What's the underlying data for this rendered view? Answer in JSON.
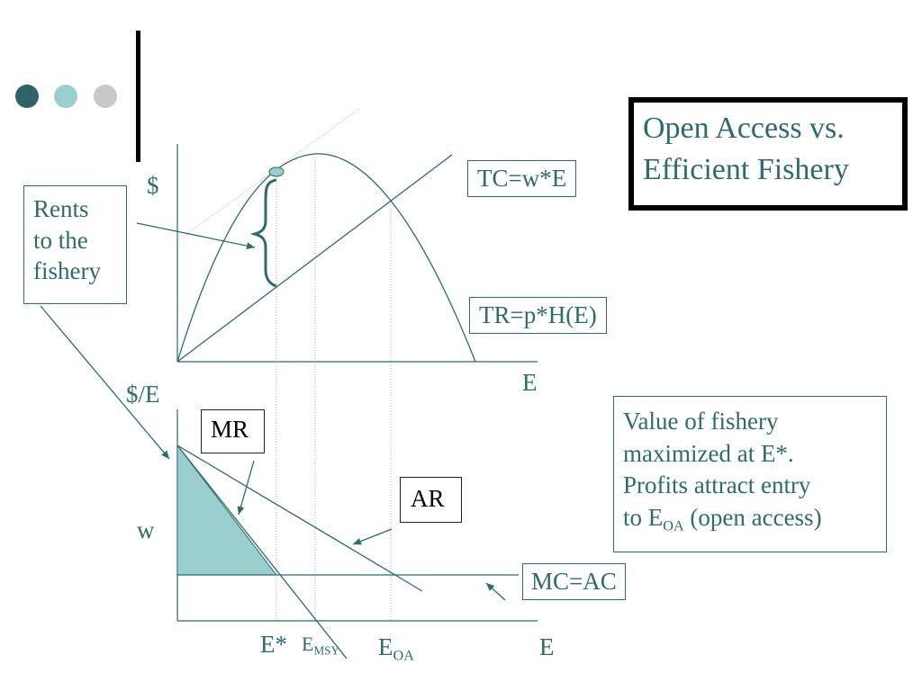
{
  "title": {
    "line1": "Open Access vs.",
    "line2": "Efficient Fishery"
  },
  "colors": {
    "teal": "#2f6b6b",
    "fill": "#9bcfcf",
    "dot1": "#2e6468",
    "dot2": "#9bcfcf",
    "dot3": "#c8c8c8"
  },
  "top_panel": {
    "yaxis": "$",
    "xaxis": "E",
    "tc_label": "TC=w*E",
    "tr_label": "TR=p*H(E)",
    "rents_label": {
      "line1": "Rents",
      "line2": "to the",
      "line3": "fishery"
    }
  },
  "bottom_panel": {
    "yaxis": "$/E",
    "xaxis": "E",
    "w_label": "w",
    "mr_label": "MR",
    "ar_label": "AR",
    "mc_label": "MC=AC",
    "e_star": "E*",
    "e_msy": {
      "main": "E",
      "sub": "MSY"
    },
    "e_oa": {
      "main": "E",
      "sub": "OA"
    }
  },
  "note": {
    "line1": "Value of fishery",
    "line2": "maximized at E*.",
    "line3": "Profits attract entry",
    "line4_pre": "to E",
    "line4_sub": "OA",
    "line4_post": " (open access)"
  }
}
